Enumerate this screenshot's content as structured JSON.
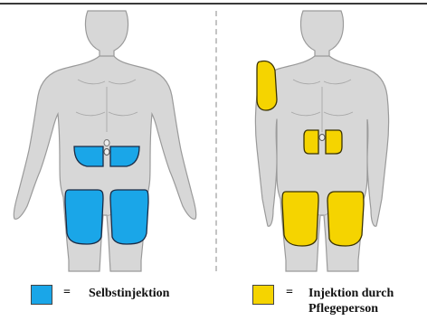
{
  "colors": {
    "self_injection": "#1aa6e8",
    "caregiver_injection": "#f5d400",
    "body": "#d7d7d7",
    "body_outline": "#9a9a9a"
  },
  "figures": {
    "left": {
      "shows": "self-injection sites: abdomen, front of thighs"
    },
    "right": {
      "shows": "caregiver injection sites: upper arm, abdomen, thighs"
    }
  },
  "legend": {
    "self": {
      "equals": "=",
      "label": "Selbstinjektion"
    },
    "caregiver": {
      "equals": "=",
      "label": "Injektion durch Pflegeperson"
    }
  }
}
